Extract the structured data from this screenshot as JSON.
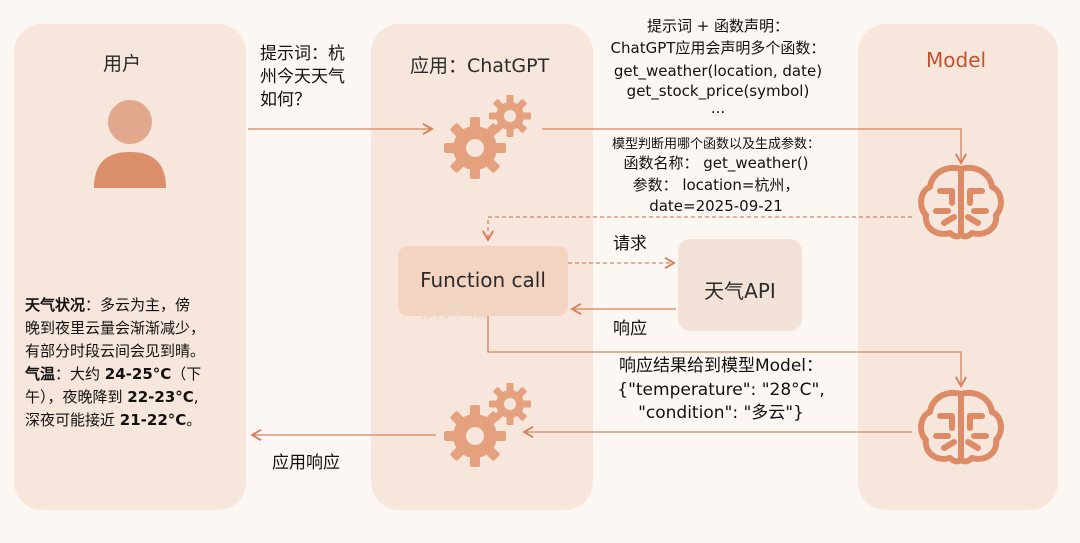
{
  "panels": {
    "user_title": "用户",
    "app_title": "应用：ChatGPT",
    "model_title": "Model"
  },
  "flow": {
    "prompt_lines": [
      "提示词：杭",
      "州今天天气",
      "如何？"
    ],
    "declare_lines": [
      "提示词 + 函数声明：",
      "ChatGPT应用会声明多个函数：",
      "get_weather(location, date)",
      "get_stock_price(symbol)",
      "..."
    ],
    "model_decision_lines": [
      "模型判断用哪个函数以及生成参数：",
      "函数名称： get_weather()",
      "参数： location=杭州，",
      "date=2025-09-21"
    ],
    "function_call": "Function call",
    "weather_api": "天气API",
    "request": "请求",
    "response": "响应",
    "result_lines": [
      "响应结果给到模型Model：",
      "{\"temperature\": \"28°C\",",
      "\"condition\": \"多云\"}"
    ],
    "app_response": "应用响应",
    "watermark": "核舞嘁"
  },
  "weather_answer": {
    "status_label": "天气状况",
    "status_text_1": "：多云为主，傍",
    "line2": "晚到夜里云量会渐渐减少，",
    "line3": "有部分时段云间会见到晴。",
    "temp_label": "气温",
    "temp_text_1": "：大约 ",
    "temp_day": "24-25°C",
    "temp_text_2": "（下",
    "line5_a": "午），夜晚降到 ",
    "temp_evening": "22-23°C",
    "line5_b": ",",
    "line6_a": "深夜可能接近 ",
    "temp_night": "21-22°C",
    "line6_b": "。"
  },
  "icons": {
    "user": "user-icon",
    "gears": "gears-icon",
    "brain": "brain-icon"
  },
  "colors": {
    "accent": "#e29672",
    "arrow": "#d8825e",
    "panel": "#f7e6dc"
  }
}
